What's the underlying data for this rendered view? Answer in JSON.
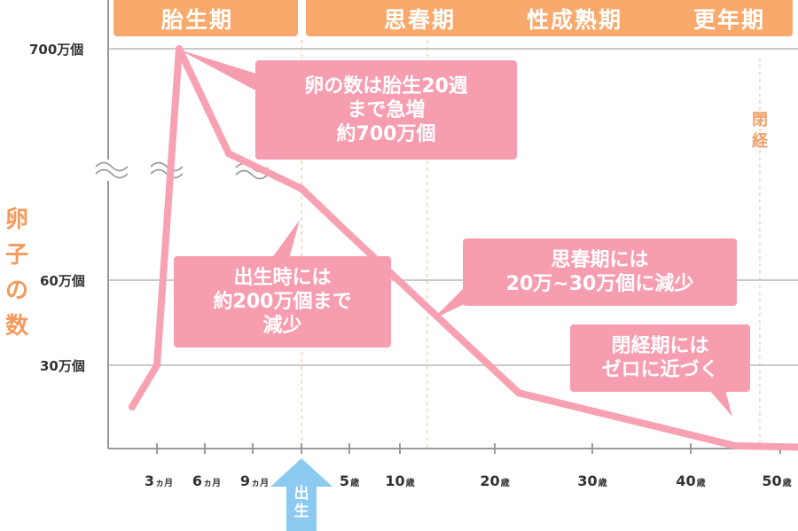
{
  "phases": [
    {
      "id": "fetal",
      "labels": [
        "胎生期"
      ]
    },
    {
      "id": "later",
      "labels": [
        "思春期",
        "性成熟期",
        "更年期"
      ]
    }
  ],
  "y_axis": {
    "title": [
      "卵",
      "子",
      "の",
      "数"
    ],
    "ticks": [
      "700万個",
      "60万個",
      "30万個"
    ]
  },
  "x_axis": {
    "ticks": [
      {
        "num": "3",
        "unit": "ヵ月"
      },
      {
        "num": "6",
        "unit": "ヵ月"
      },
      {
        "num": "9",
        "unit": "ヵ月"
      },
      {
        "num": "5",
        "unit": "歳"
      },
      {
        "num": "10",
        "unit": "歳"
      },
      {
        "num": "20",
        "unit": "歳"
      },
      {
        "num": "30",
        "unit": "歳"
      },
      {
        "num": "40",
        "unit": "歳"
      },
      {
        "num": "50",
        "unit": "歳"
      }
    ]
  },
  "chart_data": {
    "type": "line",
    "series": [
      {
        "values": [
          {
            "x": "胎生約1.5ヵ月",
            "y": 150000
          },
          {
            "x": "胎生3ヵ月",
            "y": 300000
          },
          {
            "x": "胎生20週",
            "y": 7000000
          },
          {
            "x": "胎生9ヵ月",
            "y": 2600000
          },
          {
            "x": "出生",
            "y": 2000000
          },
          {
            "x": "5歳",
            "y": 1300000
          },
          {
            "x": "20歳",
            "y": 200000
          },
          {
            "x": "45歳",
            "y": 10000
          },
          {
            "x": "52歳",
            "y": 5000
          }
        ]
      }
    ],
    "axis_break": true,
    "grid": "horizontal",
    "colors": {
      "line": "#f7a1b3",
      "phase": "#f9a96b",
      "callout": "#f79db0",
      "birth_arrow": "#8ccaf2",
      "axis_title": "#f59a5c"
    }
  },
  "callouts": [
    {
      "id": "peak",
      "lines": [
        "卵の数は胎生20週",
        "まで急増",
        "約700万個"
      ]
    },
    {
      "id": "birth",
      "lines": [
        "出生時には",
        "約200万個まで",
        "減少"
      ]
    },
    {
      "id": "puberty",
      "lines": [
        "思春期には",
        "20万~30万個に減少"
      ]
    },
    {
      "id": "menopause",
      "lines": [
        "閉経期には",
        "ゼロに近づく"
      ]
    }
  ],
  "menopause_marker": [
    "閉",
    "経"
  ],
  "birth_marker": [
    "出",
    "生"
  ]
}
